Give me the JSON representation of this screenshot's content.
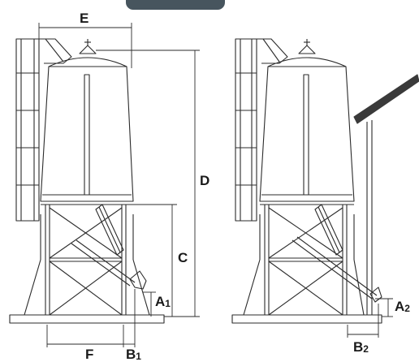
{
  "labels": {
    "E": "E",
    "D": "D",
    "C": "C",
    "A1_main": "A",
    "A1_sub": "1",
    "F": "F",
    "B1_main": "B",
    "B1_sub": "1",
    "A2_main": "A",
    "A2_sub": "2",
    "B2_main": "B",
    "B2_sub": "2"
  },
  "colors": {
    "line": "#2b2b2b",
    "tab": "#47555e",
    "conveyor": "#3a3a3a"
  }
}
